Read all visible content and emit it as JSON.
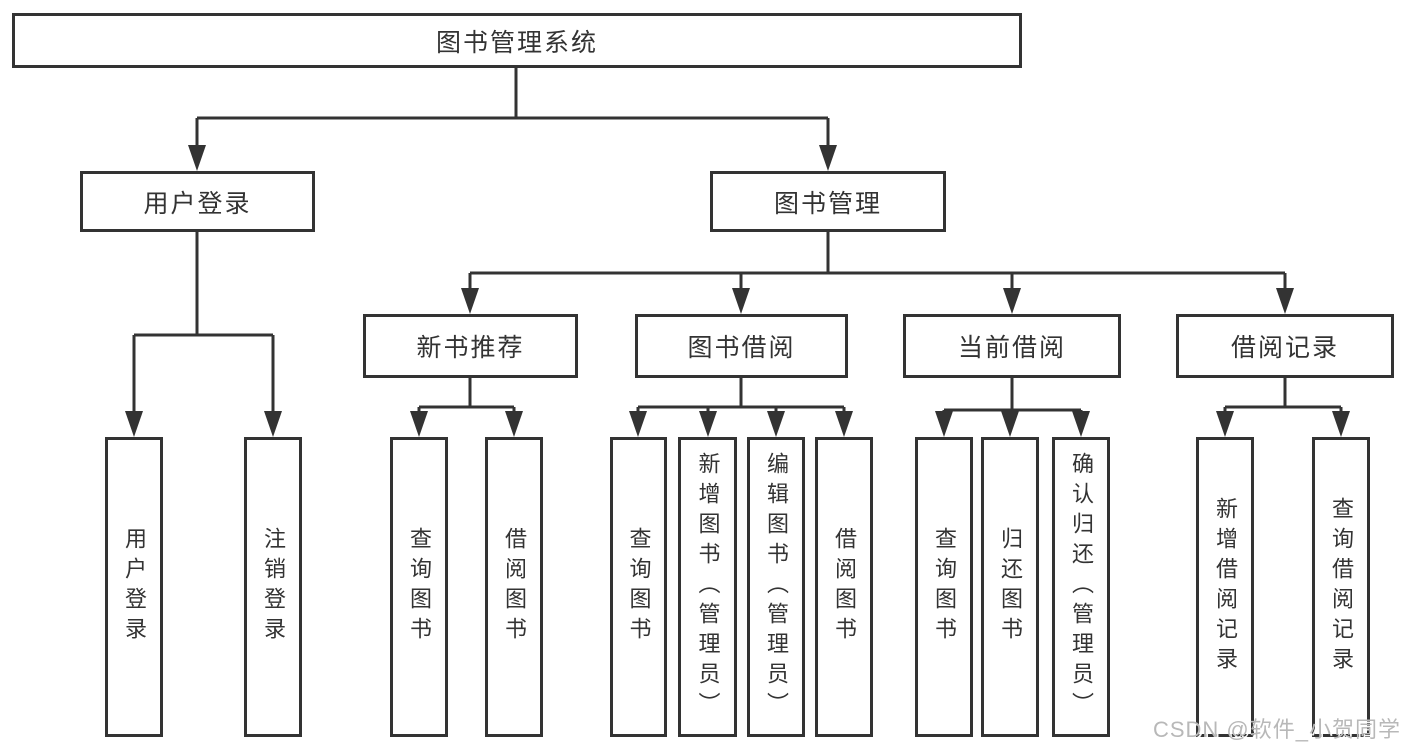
{
  "nodes": {
    "root": "图书管理系统",
    "user_login": "用户登录",
    "book_mgmt": "图书管理",
    "new_book_rec": "新书推荐",
    "book_borrow": "图书借阅",
    "current_borrow": "当前借阅",
    "borrow_record": "借阅记录",
    "leaf_user_login": "用户登录",
    "leaf_logout": "注销登录",
    "leaf_rec_query_book": "查询图书",
    "leaf_rec_borrow_book": "借阅图书",
    "leaf_bb_query_book": "查询图书",
    "leaf_bb_add_book": "新增图书（管理员）",
    "leaf_bb_edit_book": "编辑图书（管理员）",
    "leaf_bb_borrow_book": "借阅图书",
    "leaf_cb_query_book": "查询图书",
    "leaf_cb_return_book": "归还图书",
    "leaf_cb_confirm_return": "确认归还（管理员）",
    "leaf_br_add_record": "新增借阅记录",
    "leaf_br_query_record": "查询借阅记录"
  },
  "hierarchy": {
    "图书管理系统": {
      "用户登录": [
        "用户登录",
        "注销登录"
      ],
      "图书管理": {
        "新书推荐": [
          "查询图书",
          "借阅图书"
        ],
        "图书借阅": [
          "查询图书",
          "新增图书（管理员）",
          "编辑图书（管理员）",
          "借阅图书"
        ],
        "当前借阅": [
          "查询图书",
          "归还图书",
          "确认归还（管理员）"
        ],
        "借阅记录": [
          "新增借阅记录",
          "查询借阅记录"
        ]
      }
    }
  },
  "watermark": "CSDN @软件_小贺同学",
  "colors": {
    "line": "#333333",
    "box_border": "#333333",
    "text": "#333333",
    "background": "#ffffff",
    "watermark": "#b8b8b8"
  }
}
